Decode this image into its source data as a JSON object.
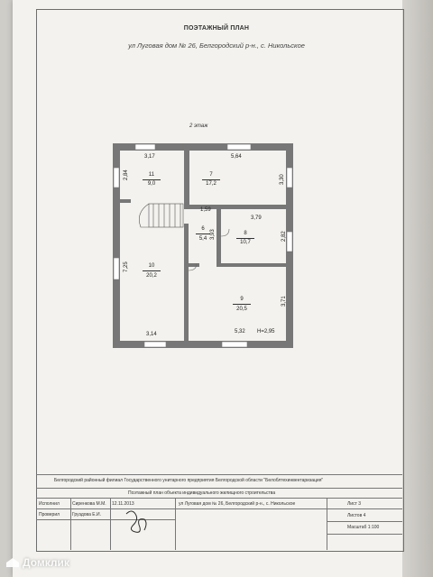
{
  "document": {
    "title": "ПОЭТАЖНЫЙ ПЛАН",
    "address": "ул Луговая дом № 26, Белгородский р-н., с. Никольское",
    "floor_label": "2 этаж"
  },
  "rooms": [
    {
      "number": "11",
      "area": "9,0"
    },
    {
      "number": "7",
      "area": "17,2"
    },
    {
      "number": "6",
      "area": "5,4"
    },
    {
      "number": "8",
      "area": "10,7"
    },
    {
      "number": "10",
      "area": "20,2"
    },
    {
      "number": "9",
      "area": "20,5"
    }
  ],
  "dimensions": {
    "d_317": "3,17",
    "d_564": "5,64",
    "d_284": "2,84",
    "d_330": "3,30",
    "d_159": "1,59",
    "d_379": "3,79",
    "d_393": "3,93",
    "d_282": "2,82",
    "d_725": "7,25",
    "d_371": "3,71",
    "d_314": "3,14",
    "d_532": "5,32",
    "height": "H=2,95"
  },
  "stamp": {
    "org": "Белгородский районный филиал Государственного унитарного предприятия Белгородской области \"Белоблтехинвентаризация\"",
    "subtitle": "Поэтажный план объекта индивидуального жилищного строительства",
    "executor_role": "Исполнил",
    "executor_name": "Сиренкова М.М.",
    "checker_role": "Проверил",
    "checker_name": "Груздова Е.И.",
    "date": "12.11.2013",
    "address": "ул Луговая дом № 26, Белгородский р-н., с. Никольское",
    "sheet": "Лист 3",
    "sheets": "Листов 4",
    "scale": "Масштаб 1:100"
  },
  "watermark": {
    "text": "Домклик"
  }
}
